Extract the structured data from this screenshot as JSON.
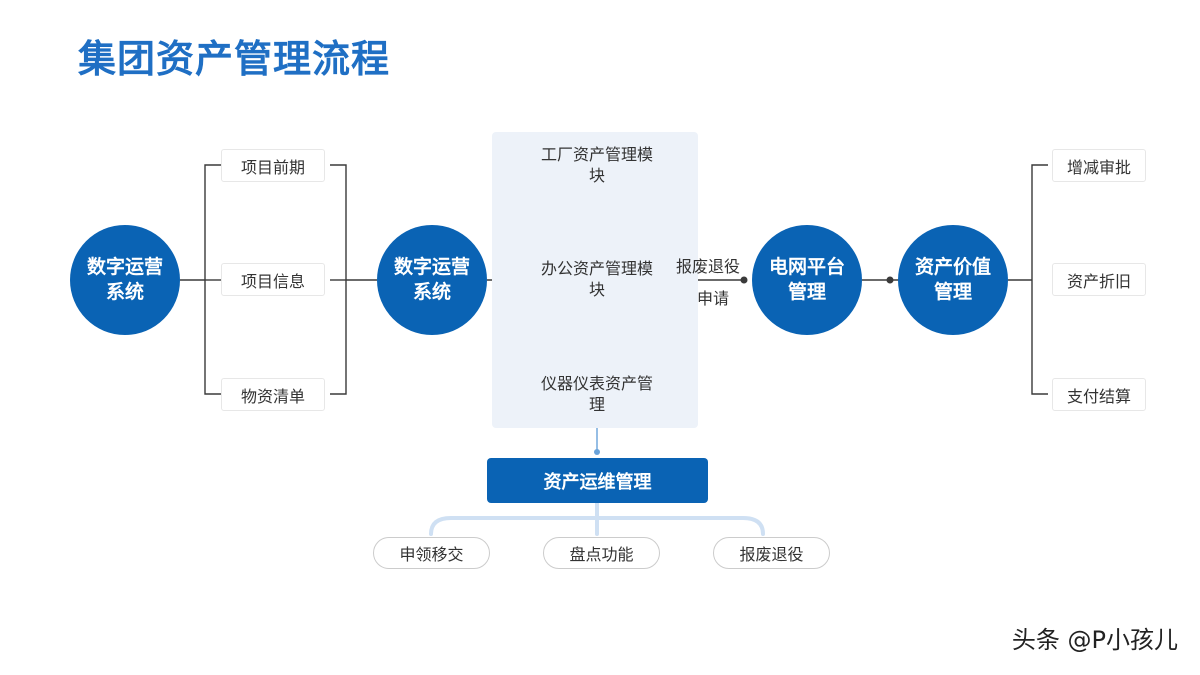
{
  "title": "集团资产管理流程",
  "nodes": {
    "left_circle": "数字运营系统",
    "left_branches": [
      "项目前期",
      "项目信息",
      "物资清单"
    ],
    "mid_circle": "数字运营系统",
    "panel_items": [
      "工厂资产管理模块",
      "办公资产管理模块",
      "仪器仪表资产管理"
    ],
    "flow_label_top": "报废退役",
    "flow_label_bottom": "申请",
    "grid_circle": "电网平台管理",
    "value_circle": "资产价值管理",
    "right_branches": [
      "增减审批",
      "资产折旧",
      "支付结算"
    ],
    "ops_bar": "资产运维管理",
    "ops_items": [
      "申领移交",
      "盘点功能",
      "报废退役"
    ]
  },
  "colors": {
    "primary": "#0a63b4",
    "title": "#1f6fc4",
    "panel_bg": "#edf2f9",
    "connector": "#3a3a3a",
    "soft_connector": "#cfe0f3"
  },
  "watermark": "头条 @P小孩儿"
}
